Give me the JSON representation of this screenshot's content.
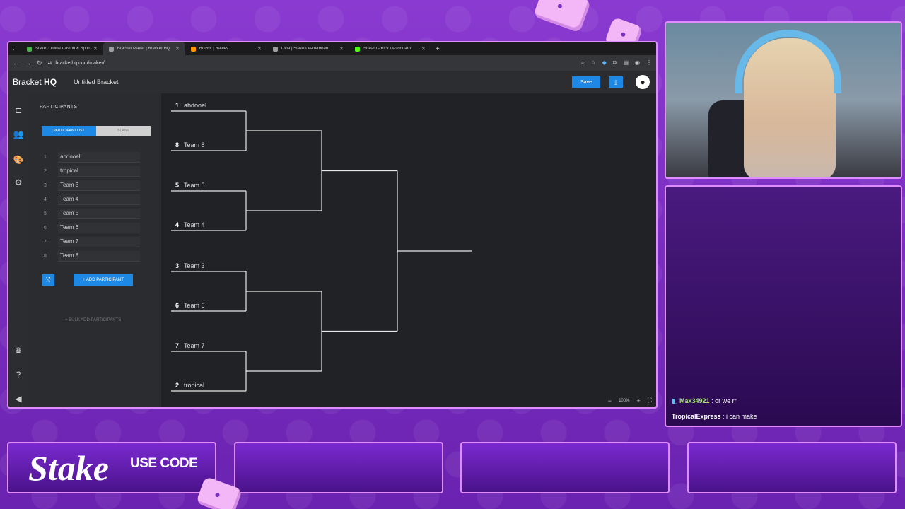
{
  "browser": {
    "tabs": [
      {
        "title": "Stake: Online Casino & Sports",
        "fav": "#4caf50"
      },
      {
        "title": "Bracket Maker | Bracket HQ",
        "fav": "#9e9e9e"
      },
      {
        "title": "BotRix | Raffles",
        "fav": "#ff9800"
      },
      {
        "title": "Livia | Stake Leaderboard",
        "fav": "#9e9e9e"
      },
      {
        "title": "Stream - Kick Dashboard",
        "fav": "#53fc18"
      }
    ],
    "url": "brackethq.com/maker/"
  },
  "app": {
    "logo_main": "Bracket",
    "logo_sub": " HQ",
    "bracket_name": "Untitled Bracket",
    "save_label": "Save",
    "accent": "#1e88e5"
  },
  "panel": {
    "title": "PARTICIPANTS",
    "toggle_on": "PARTICIPANT LIST",
    "toggle_off": "BLANK",
    "participants": [
      {
        "num": "1",
        "name": "abdooel"
      },
      {
        "num": "2",
        "name": "tropical"
      },
      {
        "num": "3",
        "name": "Team 3"
      },
      {
        "num": "4",
        "name": "Team 4"
      },
      {
        "num": "5",
        "name": "Team 5"
      },
      {
        "num": "6",
        "name": "Team 6"
      },
      {
        "num": "7",
        "name": "Team 7"
      },
      {
        "num": "8",
        "name": "Team 8"
      }
    ],
    "add_label": "+ ADD PARTICIPANT",
    "bulk_label": "+ BULK ADD PARTICIPANTS"
  },
  "bracket": {
    "seeds": [
      {
        "seed": "1",
        "name": "abdooel"
      },
      {
        "seed": "8",
        "name": "Team 8"
      },
      {
        "seed": "5",
        "name": "Team 5"
      },
      {
        "seed": "4",
        "name": "Team 4"
      },
      {
        "seed": "3",
        "name": "Team 3"
      },
      {
        "seed": "6",
        "name": "Team 6"
      },
      {
        "seed": "7",
        "name": "Team 7"
      },
      {
        "seed": "2",
        "name": "tropical"
      }
    ]
  },
  "zoom": {
    "level": "100%"
  },
  "chat": {
    "messages": [
      {
        "user": "Max34921",
        "text": " : or we rr"
      },
      {
        "user": "TropicalExpress",
        "text": " : i can make"
      }
    ]
  },
  "overlay": {
    "brand": "Stake",
    "use_code": "USE CODE"
  }
}
